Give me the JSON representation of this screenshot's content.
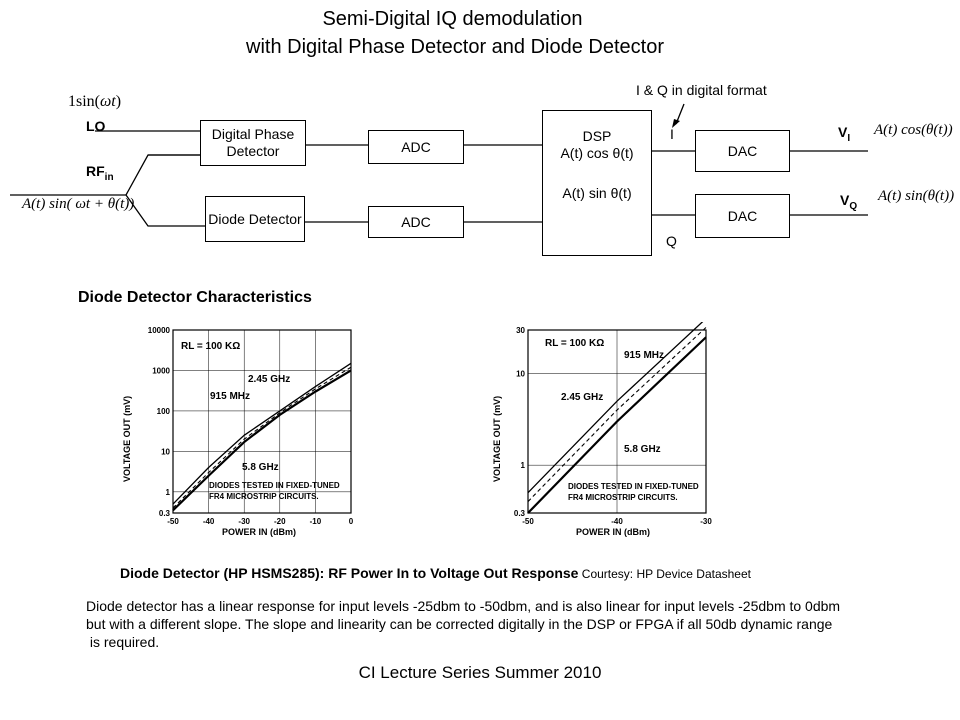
{
  "title": {
    "line1": "Semi-Digital IQ demodulation",
    "line2": "with Digital Phase Detector and Diode Detector"
  },
  "block_diagram": {
    "lo_label": "LO",
    "lo_signal_coef": "1",
    "lo_signal_fn": "sin(",
    "lo_signal_var": "ωt",
    "lo_signal_close": ")",
    "rf_label": "RF",
    "rf_sub": "in",
    "rf_signal": "A(t) sin( ωt + θ(t))",
    "phase_detector": "Digital Phase Detector",
    "diode_detector": "Diode Detector",
    "adc_top": "ADC",
    "adc_bottom": "ADC",
    "dsp_title": "DSP",
    "dsp_cos": "A(t) cos θ(t)",
    "dsp_sin": "A(t) sin θ(t)",
    "digital_note": "I & Q in digital format",
    "i_label": "I",
    "q_label": "Q",
    "dac_top": "DAC",
    "dac_bottom": "DAC",
    "vi_label": "V",
    "vi_sub": "I",
    "vq_label": "V",
    "vq_sub": "Q",
    "vi_signal": "A(t) cos(θ(t))",
    "vq_signal": "A(t) sin(θ(t))"
  },
  "section_heading": "Diode Detector Characteristics",
  "chart_data": [
    {
      "type": "line",
      "xlabel": "POWER IN (dBm)",
      "ylabel": "VOLTAGE OUT (mV)",
      "x_ticks": [
        "-50",
        "-40",
        "-30",
        "-20",
        "-10",
        "0"
      ],
      "y_ticks": [
        "10000",
        "1000",
        "100",
        "10",
        "1",
        "0.3"
      ],
      "xlim": [
        -50,
        0
      ],
      "ylim": [
        0.3,
        10000
      ],
      "yscale": "log",
      "grid": true,
      "annotations": [
        "RL = 100 KΩ",
        "2.45 GHz",
        "915 MHz",
        "5.8 GHz",
        "DIODES TESTED IN FIXED-TUNED",
        "FR4 MICROSTRIP CIRCUITS."
      ],
      "series": [
        {
          "name": "915 MHz",
          "x": [
            -50,
            -40,
            -30,
            -20,
            -10,
            0
          ],
          "y": [
            0.5,
            4,
            25,
            100,
            400,
            1500
          ]
        },
        {
          "name": "2.45 GHz",
          "x": [
            -50,
            -40,
            -30,
            -20,
            -10,
            0
          ],
          "y": [
            0.4,
            3,
            20,
            90,
            350,
            1200
          ]
        },
        {
          "name": "5.8 GHz",
          "x": [
            -50,
            -40,
            -30,
            -20,
            -10,
            0
          ],
          "y": [
            0.35,
            2.5,
            17,
            80,
            300,
            1000
          ]
        }
      ]
    },
    {
      "type": "line",
      "xlabel": "POWER IN (dBm)",
      "ylabel": "VOLTAGE OUT (mV)",
      "x_ticks": [
        "-50",
        "-40",
        "-30"
      ],
      "y_ticks": [
        "30",
        "10",
        "1",
        "0.3"
      ],
      "xlim": [
        -50,
        -30
      ],
      "ylim": [
        0.3,
        30
      ],
      "yscale": "log",
      "grid": true,
      "annotations": [
        "RL = 100 KΩ",
        "915 MHz",
        "2.45 GHz",
        "5.8 GHz",
        "DIODES TESTED IN FIXED-TUNED",
        "FR4 MICROSTRIP CIRCUITS."
      ],
      "series": [
        {
          "name": "915 MHz",
          "x": [
            -50,
            -40,
            -30
          ],
          "y": [
            0.5,
            5,
            40
          ]
        },
        {
          "name": "2.45 GHz",
          "x": [
            -50,
            -40,
            -30
          ],
          "y": [
            0.4,
            4,
            32
          ]
        },
        {
          "name": "5.8 GHz",
          "x": [
            -50,
            -40,
            -30
          ],
          "y": [
            0.3,
            3,
            25
          ]
        }
      ]
    }
  ],
  "caption": {
    "main": "Diode Detector (HP HSMS285): RF Power In to Voltage Out Response",
    "courtesy": " Courtesy: HP Device Datasheet"
  },
  "description": {
    "line1": "Diode detector has a linear response for input levels -25dbm to -50dbm, and is also linear for input levels -25dbm to 0dbm",
    "line2": "but with a different slope. The slope and linearity can be corrected digitally in the DSP or FPGA if all 50db dynamic range",
    "line3": " is required."
  },
  "footer": "CI Lecture Series Summer 2010"
}
